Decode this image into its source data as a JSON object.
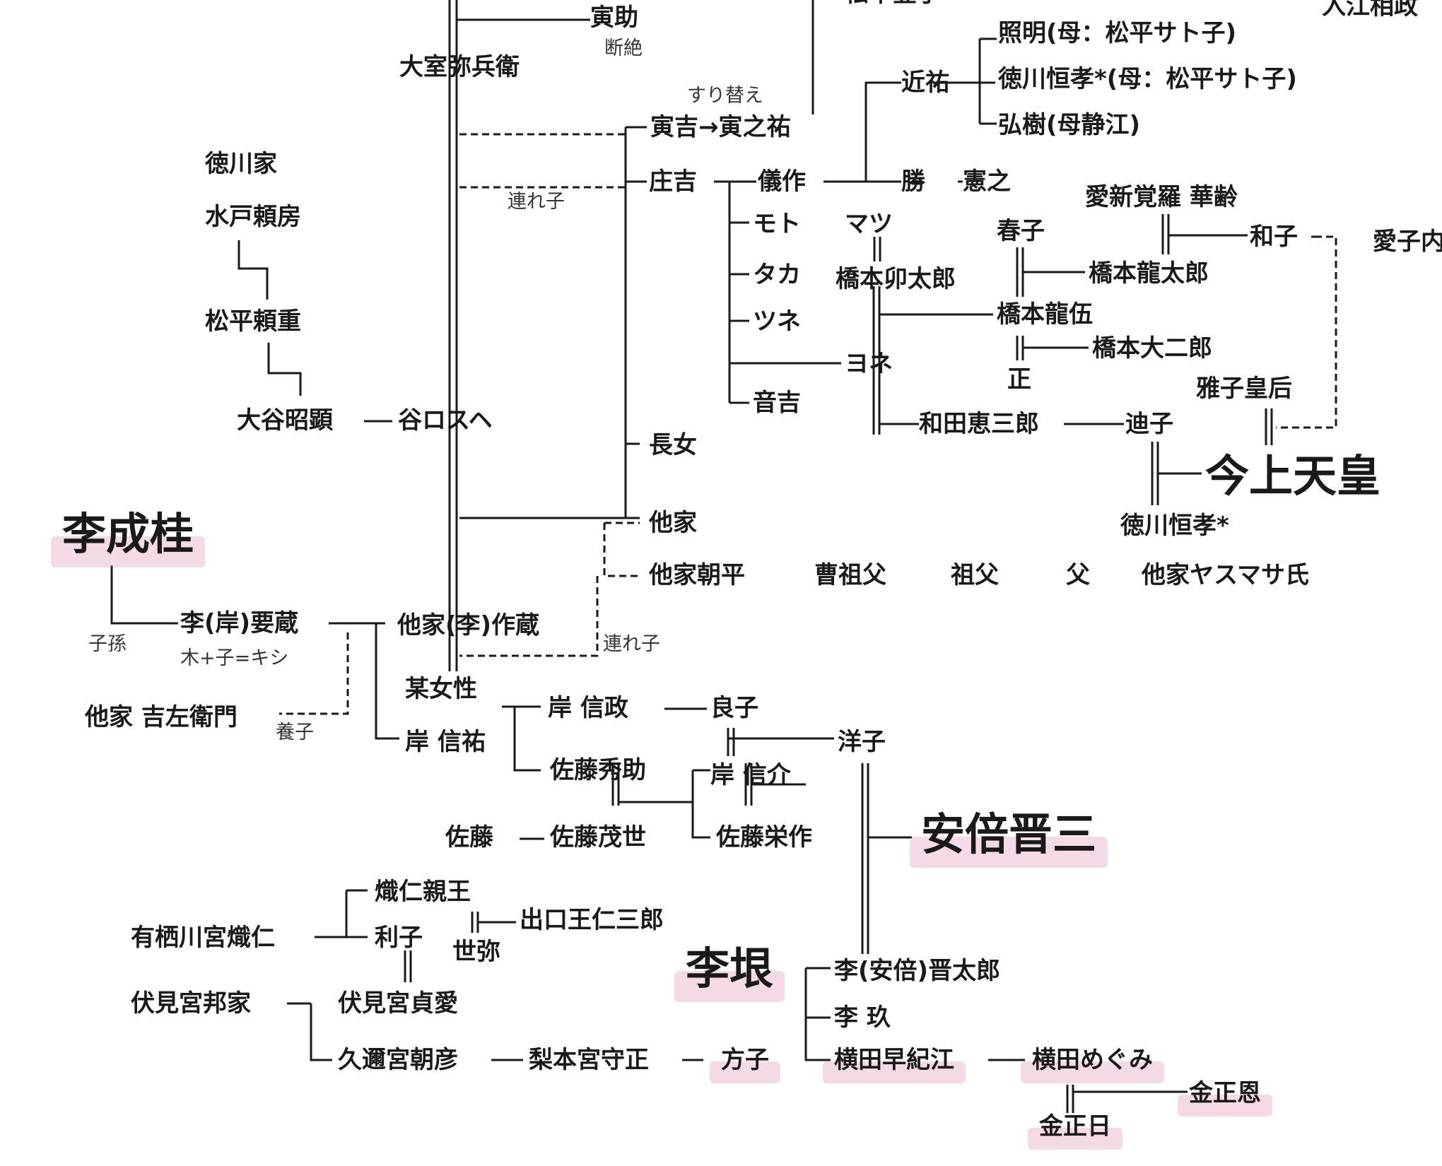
{
  "theme": {
    "line_color": "#1a1a1a",
    "highlight_color": "#e096b9"
  },
  "people": {
    "torasuke": "寅助",
    "omuro_yahee": "大室弥兵衛",
    "torakichi": "寅吉→寅之祐",
    "shokichi": "庄吉",
    "gisaku": "儀作",
    "chikasuke": "近祐",
    "teruaki": "照明(母：松平サト子)",
    "tsunetaka_1": "徳川恒孝*(母：松平サト子)",
    "hiroki": "弘樹(母静江)",
    "masaru": "勝",
    "noriyuki": "憲之",
    "moto": "モト",
    "taka": "タカ",
    "tsune": "ツネ",
    "otokichi": "音吉",
    "matsu": "マツ",
    "hashimoto_utaro": "橋本卯太郎",
    "yone": "ヨネ",
    "haruko": "春子",
    "aishinkakura": "愛新覚羅 華齢",
    "kazuko": "和子",
    "aiko": "愛子内",
    "hashimoto_ryutaro": "橋本龍太郎",
    "hashimoto_ryugo": "橋本龍伍",
    "hashimoto_daijiro": "橋本大二郎",
    "tadashi": "正",
    "masako": "雅子皇后",
    "wada": "和田恵三郎",
    "michiko": "迪子",
    "emperor": "今上天皇",
    "tsunetaka_2": "徳川恒孝*",
    "tokugawa_ke": "徳川家",
    "mito_yorifusa": "水戸頼房",
    "matsudaira_yorishige": "松平頼重",
    "otani": "大谷昭顕",
    "taniguchi": "谷ロスヘ",
    "chojo": "長女",
    "take_ke": "他家",
    "take_asahira": "他家朝平",
    "sosofu": "曹祖父",
    "sofu": "祖父",
    "chichi": "父",
    "take_yasumasa": "他家ヤスマサ氏",
    "yi_seonggye": "李成桂",
    "yozo": "李(岸)要蔵",
    "sakuzo": "他家(李)作蔵",
    "bo_josei": "某女性",
    "kichizaemon": "他家 吉左衛門",
    "kishi_nobumasa": "岸 信政",
    "yoshiko": "良子",
    "kishi_nobusuke": "岸 信祐",
    "sato_hidesuke": "佐藤秀助",
    "kishi_shinsuke": "岸 信介",
    "yoko": "洋子",
    "sato": "佐藤",
    "sato_moyo": "佐藤茂世",
    "sato_eisaku": "佐藤栄作",
    "abe_shinzo": "安倍晋三",
    "taruhito_shinno": "熾仁親王",
    "arisugawa": "有栖川宮熾仁",
    "toshiko": "利子",
    "deguchi": "出口王仁三郎",
    "seiya": "世弥",
    "fushimi_kuniie": "伏見宮邦家",
    "fushimi_sadanaru": "伏見宮貞愛",
    "kuninomiya": "久邇宮朝彦",
    "nashimoto": "梨本宮守正",
    "masako_hojo": "方子",
    "yi_un": "李垠",
    "yi_shintaro": "李(安倍)晋太郎",
    "yi_gu": "李 玖",
    "yokota_sakie": "横田早紀江",
    "yokota_megumi": "横田めぐみ",
    "kim_jongun": "金正恩",
    "kim_jongil": "金正日",
    "top_cut_1": "松平登子",
    "top_cut_2": "入江相政"
  },
  "notes": {
    "danzetsu": "断絶",
    "surikae": "すり替え",
    "tsurego_1": "連れ子",
    "tsurego_2": "連れ子",
    "shison": "子孫",
    "kishi_kanji": "木+子=キシ",
    "yoshi": "養子"
  }
}
